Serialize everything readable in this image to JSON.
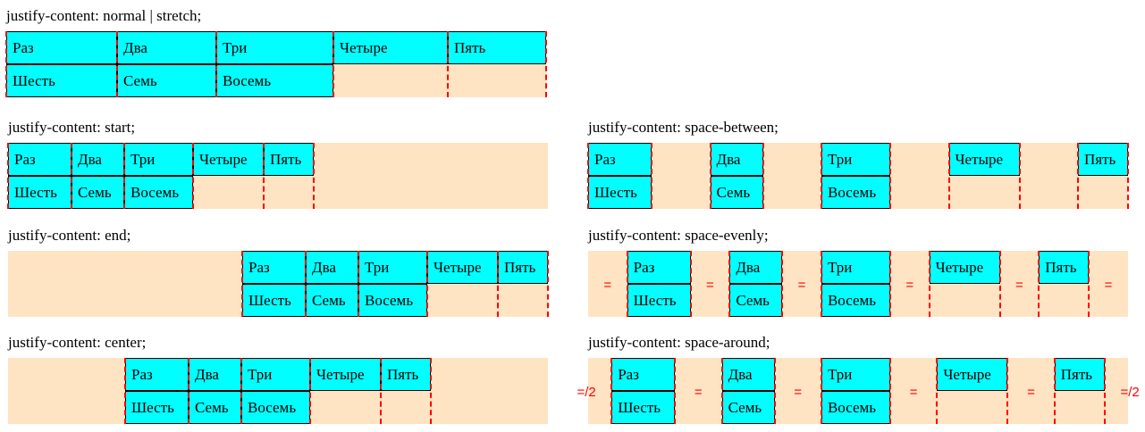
{
  "items": [
    "Раз",
    "Два",
    "Три",
    "Четыре",
    "Пять",
    "Шесть",
    "Семь",
    "Восемь"
  ],
  "colors": {
    "item_bg": "#00ffff",
    "container_bg": "#ffe4c4",
    "guide": "#ff0000"
  },
  "demos": {
    "normal": {
      "title": "justify-content: normal | stretch;"
    },
    "start": {
      "title": "justify-content: start;"
    },
    "end": {
      "title": "justify-content: end;"
    },
    "center": {
      "title": "justify-content: center;"
    },
    "between": {
      "title": "justify-content: space-between;"
    },
    "evenly": {
      "title": "justify-content: space-evenly;",
      "gap_label": "="
    },
    "around": {
      "title": "justify-content: space-around;",
      "gap_label": "=",
      "half_gap_label": "=/2"
    }
  }
}
